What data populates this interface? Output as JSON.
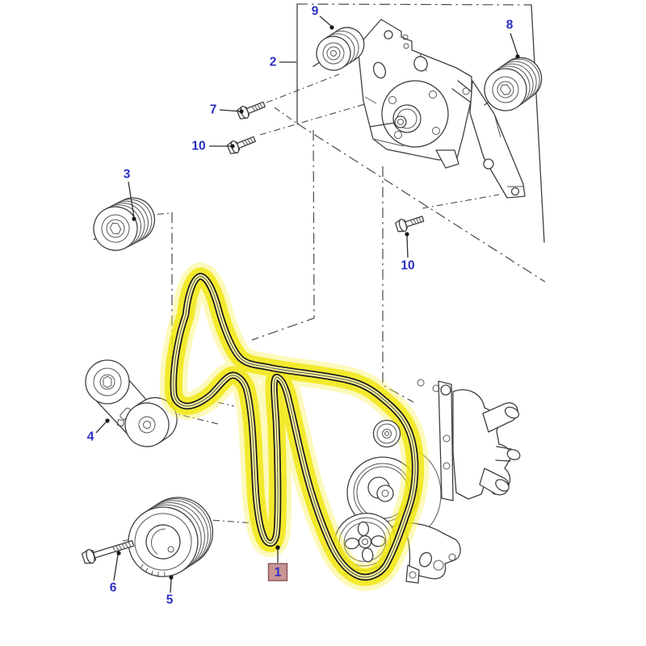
{
  "window": {
    "background": "#ffffff"
  },
  "diagram": {
    "kind": "exploded-parts-diagram",
    "subject": "engine auxiliary drive belt, pulleys and tensioner",
    "colors": {
      "line": "#3f3f3f",
      "label_text": "#2a2ec2",
      "belt_highlight": "#f0e60a",
      "belt_highlight_halo": "#f6ee3f",
      "belt_inner": "#fbf59b",
      "highlight_box_fill": "#c99494",
      "highlight_box_border": "#8a5a5a"
    },
    "callouts": [
      {
        "text": "9"
      },
      {
        "text": "2"
      },
      {
        "text": "8"
      },
      {
        "text": "7"
      },
      {
        "text": "10"
      },
      {
        "text": "3"
      },
      {
        "text": "10"
      },
      {
        "text": "4"
      },
      {
        "text": "6"
      },
      {
        "text": "5"
      },
      {
        "text": "1",
        "highlighted": true
      }
    ],
    "highlighted_callout": "1"
  }
}
